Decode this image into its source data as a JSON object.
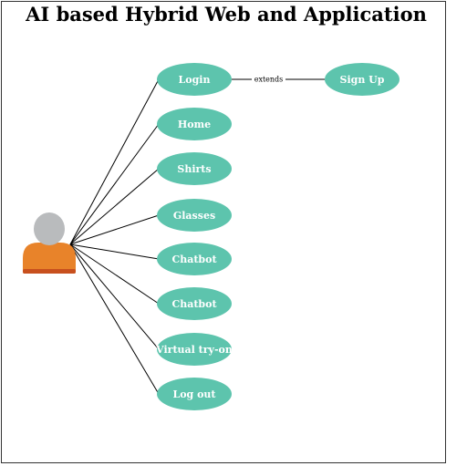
{
  "diagram": {
    "title": "AI based Hybrid Web and Application",
    "actor": {
      "icon": "user-icon",
      "head_color": "#b9bbbd",
      "body_color": "#e8832a",
      "body_edge_color": "#c8501e"
    },
    "use_case_color": "#5dc4ad",
    "use_cases": [
      {
        "id": "login",
        "label": "Login"
      },
      {
        "id": "home",
        "label": "Home"
      },
      {
        "id": "shirts",
        "label": "Shirts"
      },
      {
        "id": "glasses",
        "label": "Glasses"
      },
      {
        "id": "chatbot-1",
        "label": "Chatbot"
      },
      {
        "id": "chatbot-2",
        "label": "Chatbot"
      },
      {
        "id": "virtual-try-on",
        "label": "Virtual try-on"
      },
      {
        "id": "log-out",
        "label": "Log out"
      }
    ],
    "extension": {
      "from": "login",
      "to": "sign-up",
      "label": "extends",
      "target_label": "Sign Up"
    }
  }
}
